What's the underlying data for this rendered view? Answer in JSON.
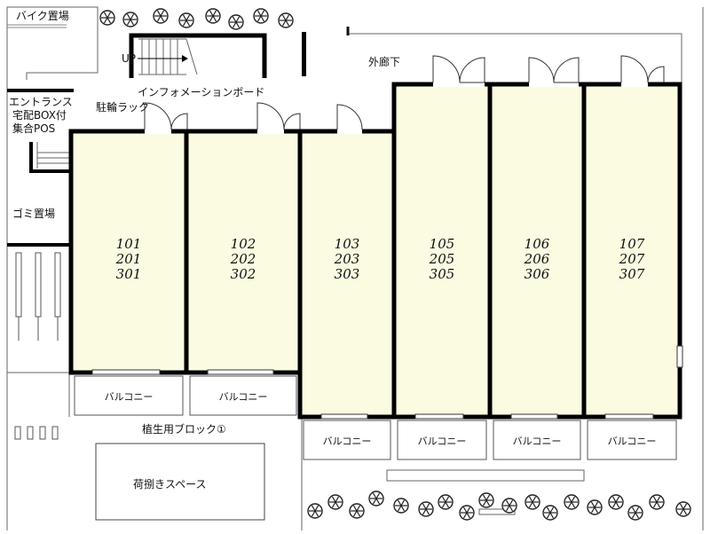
{
  "labels": {
    "bike_parking": "バイク置場",
    "stairs_up": "UP",
    "corridor": "外廊下",
    "info_board": "インフォメーションボード",
    "entrance": "エントランス",
    "delivery_box": "宅配BOX付",
    "mailbox": "集合POS",
    "bicycle_rack": "駐輪ラック",
    "garbage": "ゴミ置場",
    "planter_block": "植生用ブロック①",
    "loading_space": "荷捌きスペース"
  },
  "units": [
    {
      "rooms": [
        "101",
        "201",
        "301"
      ],
      "balcony": "バルコニー"
    },
    {
      "rooms": [
        "102",
        "202",
        "302"
      ],
      "balcony": "バルコニー"
    },
    {
      "rooms": [
        "103",
        "203",
        "303"
      ],
      "balcony": "バルコニー"
    },
    {
      "rooms": [
        "105",
        "205",
        "305"
      ],
      "balcony": "バルコニー"
    },
    {
      "rooms": [
        "106",
        "206",
        "306"
      ],
      "balcony": "バルコニー"
    },
    {
      "rooms": [
        "107",
        "207",
        "307"
      ],
      "balcony": "バルコニー"
    }
  ],
  "colors": {
    "unit_fill": "#fbfbe2",
    "wall": "#000000",
    "line": "#555555"
  }
}
